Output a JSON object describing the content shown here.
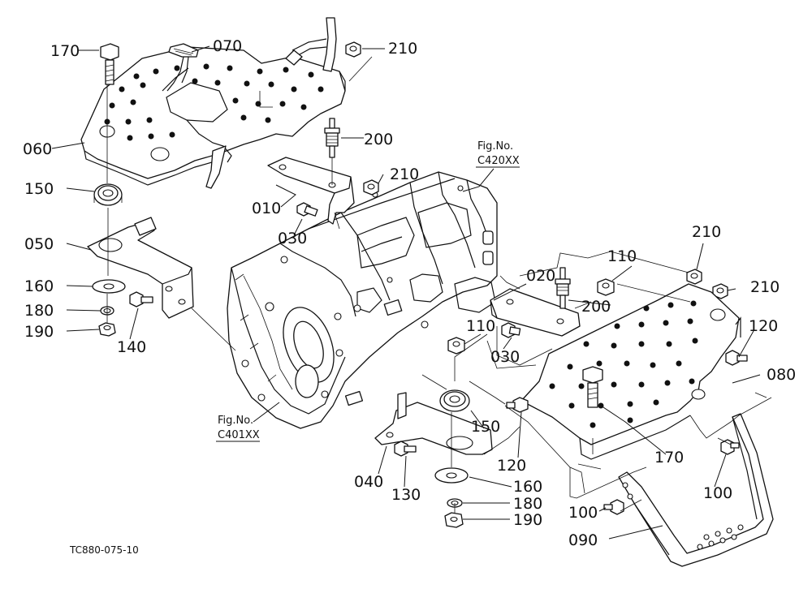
{
  "diagram_code": "TC880-075-10",
  "figure_refs": [
    {
      "id": "c420",
      "line1": "Fig.No.",
      "line2": "C420XX"
    },
    {
      "id": "c401",
      "line1": "Fig.No.",
      "line2": "C401XX"
    }
  ],
  "part_labels": {
    "p170a": "170",
    "p070": "070",
    "p210a": "210",
    "p060": "060",
    "p200a": "200",
    "p210b": "210",
    "p150a": "150",
    "p010": "010",
    "p030a": "030",
    "p050": "050",
    "p160a": "160",
    "p180a": "180",
    "p190a": "190",
    "p140": "140",
    "p210c": "210",
    "p110a": "110",
    "p020": "020",
    "p210d": "210",
    "p200b": "200",
    "p110b": "110",
    "p030b": "030",
    "p120a": "120",
    "p080": "080",
    "p150b": "150",
    "p120b": "120",
    "p170b": "170",
    "p040": "040",
    "p130": "130",
    "p160b": "160",
    "p180b": "180",
    "p190b": "190",
    "p100a": "100",
    "p100b": "100",
    "p090": "090"
  }
}
